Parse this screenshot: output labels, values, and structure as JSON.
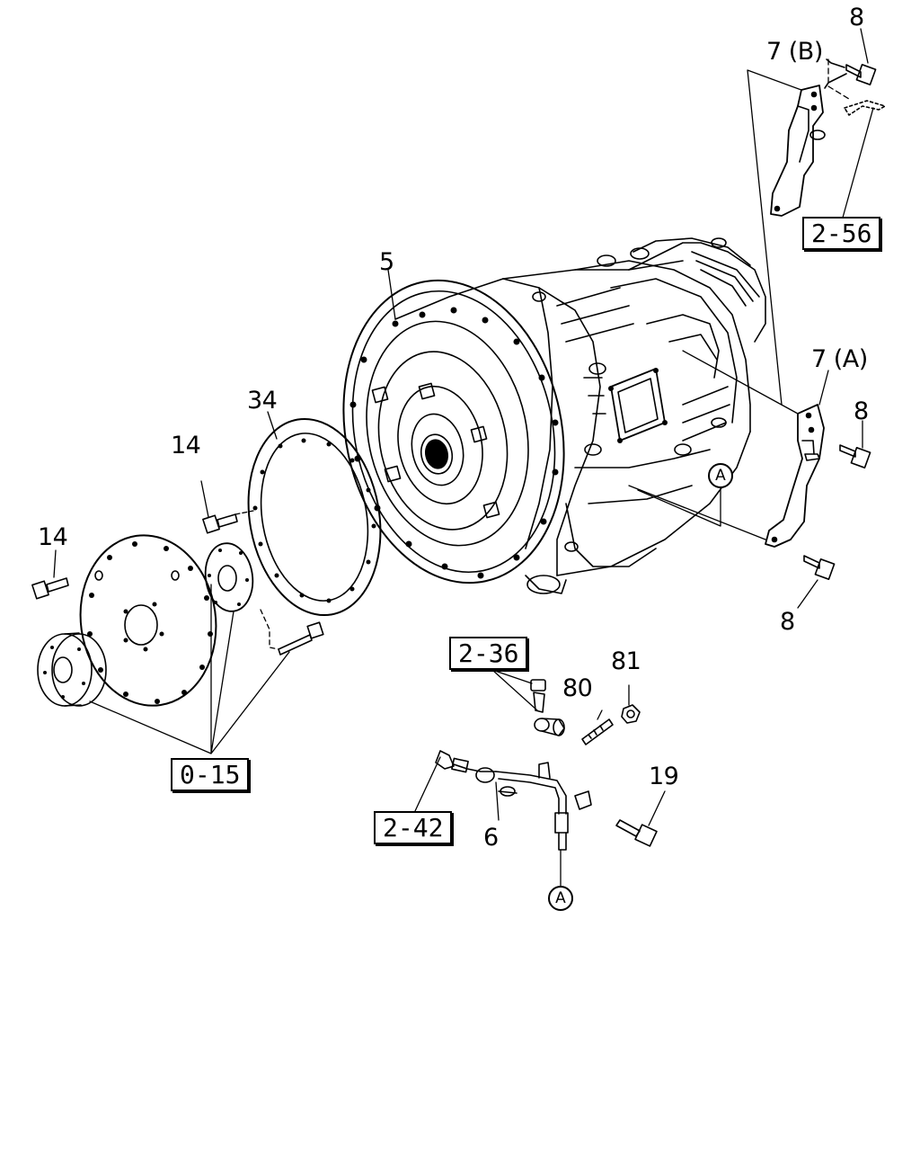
{
  "callouts": {
    "p8_top": "8",
    "p7b": "7 (B)",
    "p5": "5",
    "p7a": "7 (A)",
    "p8_right": "8",
    "p34": "34",
    "p14_a": "14",
    "p14_b": "14",
    "p8_bottom": "8",
    "p81": "81",
    "p80": "80",
    "p19": "19",
    "p6": "6"
  },
  "refs": {
    "r256": "2-56",
    "r236": "2-36",
    "r015": "0-15",
    "r242": "2-42"
  },
  "markers": {
    "a_upper": "A",
    "a_lower": "A"
  }
}
